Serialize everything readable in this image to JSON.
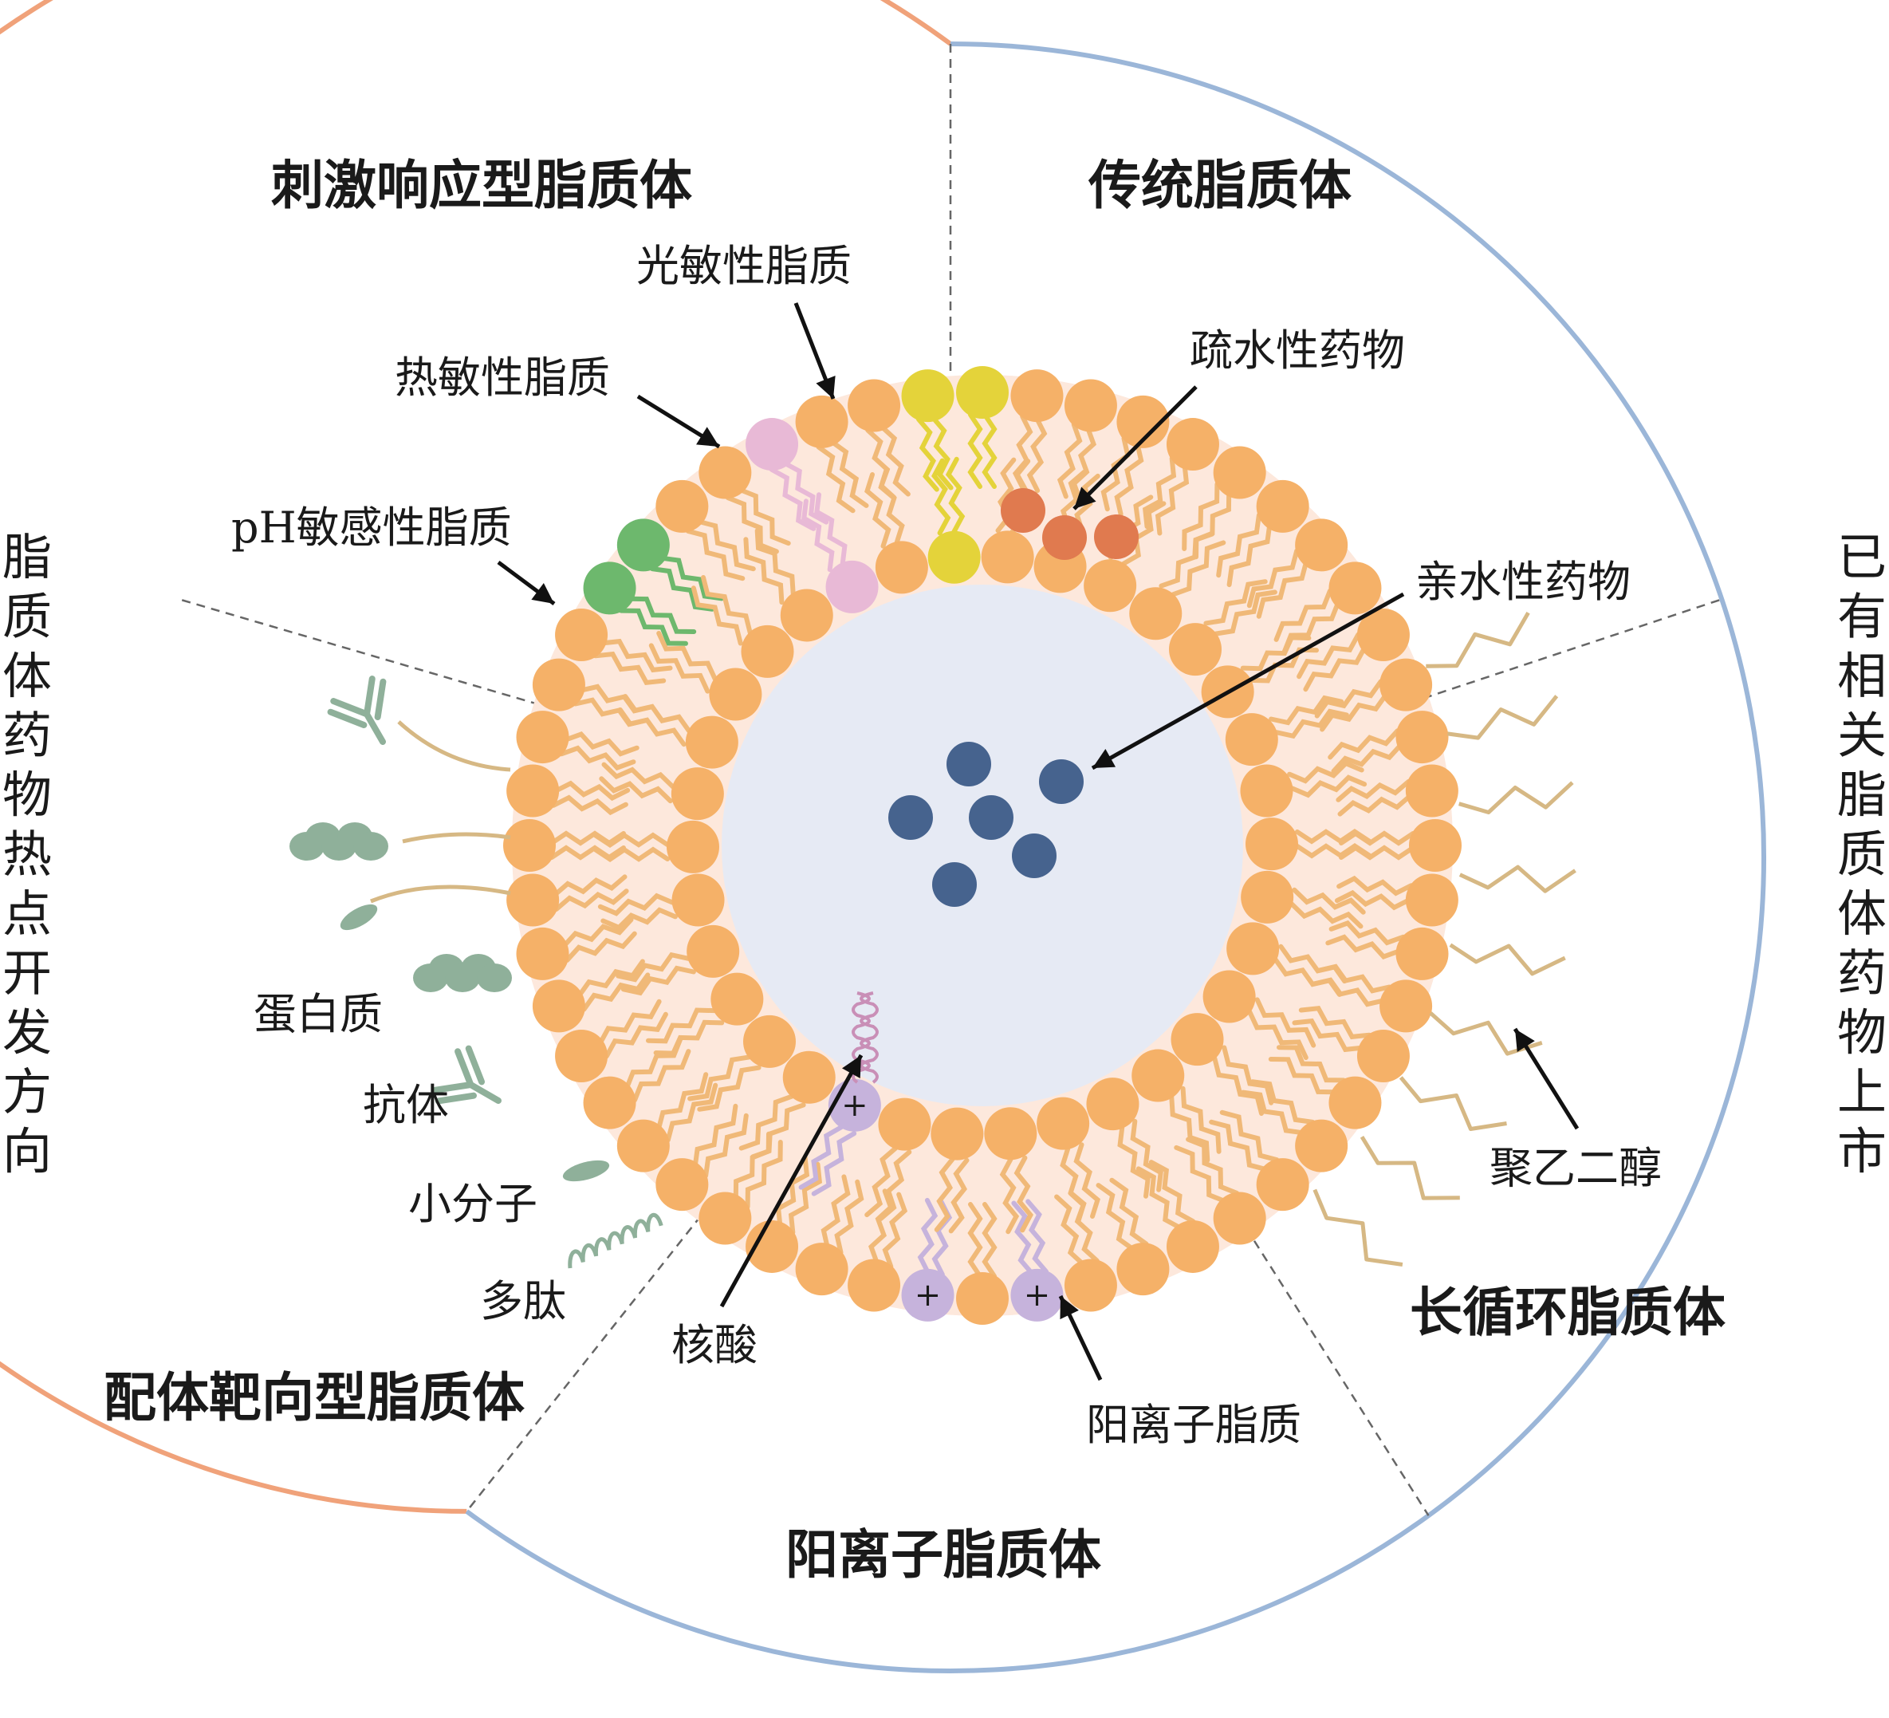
{
  "sectors": {
    "stimulus": "刺激响应型脂质体",
    "traditional": "传统脂质体",
    "long_circulating": "长循环脂质体",
    "cationic": "阳离子脂质体",
    "ligand_targeted": "配体靶向型脂质体"
  },
  "side_labels": {
    "left": "脂质体药物热点开发方向",
    "right": "已有相关脂质体药物上市"
  },
  "component_labels": {
    "photosensitive": "光敏性脂质",
    "thermosensitive": "热敏性脂质",
    "ph_sensitive": "pH敏感性脂质",
    "hydrophobic_drug": "疏水性药物",
    "hydrophilic_drug": "亲水性药物",
    "protein": "蛋白质",
    "antibody": "抗体",
    "small_molecule": "小分子",
    "peptide": "多肽",
    "nucleic_acid": "核酸",
    "cationic_lipid": "阳离子脂质",
    "peg": "聚乙二醇"
  },
  "colors": {
    "left_arc": "#f0a27a",
    "right_arc": "#9bb6d8",
    "lipid_head": "#f5b168",
    "lipid_tail": "#f0b978",
    "membrane_fill": "#fde8dc",
    "core_fill": "#e6eaf4",
    "photosensitive_head": "#e4d33a",
    "thermosensitive_head": "#e8b9d6",
    "ph_head": "#6db86d",
    "hydrophobic_drug": "#e07a4f",
    "hydrophilic_drug": "#46638e",
    "cationic_head": "#c6b3dc",
    "ligand_green": "#8fb09a",
    "peg_tail": "#d6b884"
  }
}
